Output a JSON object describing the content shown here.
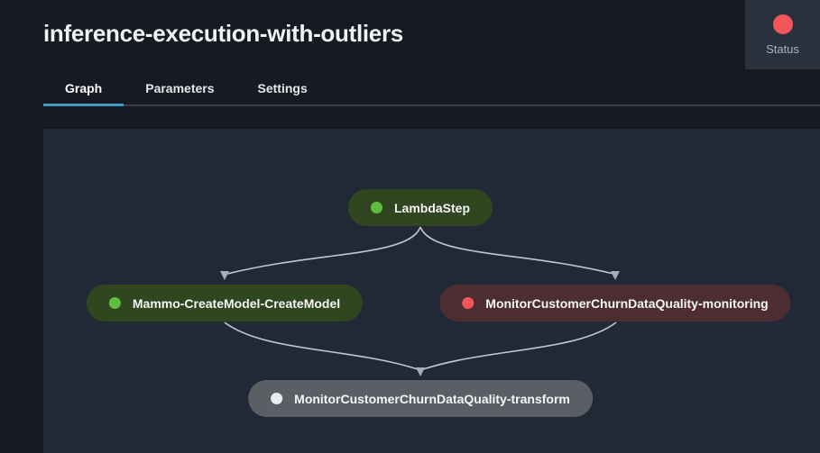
{
  "page": {
    "title": "inference-execution-with-outliers"
  },
  "header": {
    "status_widget": {
      "label": "Status",
      "dot_color": "#f2555a"
    }
  },
  "tabs": [
    {
      "label": "Graph",
      "active": true
    },
    {
      "label": "Parameters",
      "active": false
    },
    {
      "label": "Settings",
      "active": false
    }
  ],
  "colors": {
    "page_bg": "#171a22",
    "panel_bg": "#222936",
    "status_panel_bg": "#2a313d",
    "active_tab_underline": "#3f9bc2",
    "edge": "#c2c7cf",
    "succeeded_bg": "#30461f",
    "succeeded_dot": "#5dbe3f",
    "failed_bg": "#4c2e32",
    "failed_dot": "#f2555a",
    "neutral_bg": "#5a5f66",
    "neutral_dot": "#e9ebee"
  },
  "graph": {
    "nodes": [
      {
        "label": "LambdaStep",
        "bg_color": "#30461f",
        "dot_color": "#5dbe3f"
      },
      {
        "label": "Mammo-CreateModel-CreateModel",
        "bg_color": "#30461f",
        "dot_color": "#5dbe3f"
      },
      {
        "label": "MonitorCustomerChurnDataQuality-monitoring",
        "bg_color": "#4c2e32",
        "dot_color": "#f2555a"
      },
      {
        "label": "MonitorCustomerChurnDataQuality-transform",
        "bg_color": "#5a5f66",
        "dot_color": "#e9ebee"
      }
    ],
    "edges": [
      {
        "from": "LambdaStep",
        "to": "Mammo-CreateModel-CreateModel"
      },
      {
        "from": "LambdaStep",
        "to": "MonitorCustomerChurnDataQuality-monitoring"
      },
      {
        "from": "Mammo-CreateModel-CreateModel",
        "to": "MonitorCustomerChurnDataQuality-transform"
      },
      {
        "from": "MonitorCustomerChurnDataQuality-monitoring",
        "to": "MonitorCustomerChurnDataQuality-transform"
      }
    ]
  }
}
